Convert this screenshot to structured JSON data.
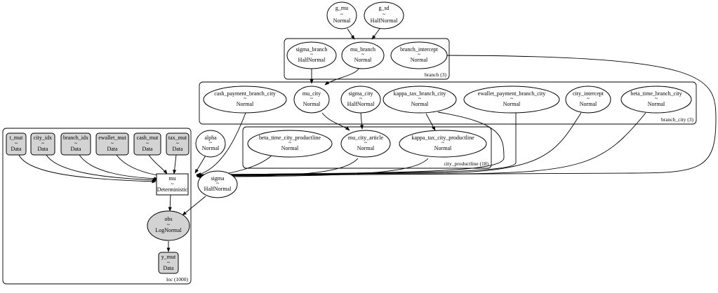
{
  "plates": {
    "branch": "branch (3)",
    "branch_city": "branch_city (3)",
    "city_productline": "city_productline (18)",
    "loc": "loc (1000)"
  },
  "nodes": {
    "g_mu": {
      "name": "g_mu",
      "tilde": "~",
      "dist": "Normal"
    },
    "g_sd": {
      "name": "g_sd",
      "tilde": "~",
      "dist": "HalfNormal"
    },
    "sigma_branch": {
      "name": "sigma_branch",
      "tilde": "~",
      "dist": "HalfNormal"
    },
    "mu_branch": {
      "name": "mu_branch",
      "tilde": "~",
      "dist": "Normal"
    },
    "branch_intercept": {
      "name": "branch_intercept",
      "tilde": "~",
      "dist": "Normal"
    },
    "cash_payment_branch_city": {
      "name": "cash_payment_branch_city",
      "tilde": "~",
      "dist": "Normal"
    },
    "mu_city": {
      "name": "mu_city",
      "tilde": "~",
      "dist": "Normal"
    },
    "sigma_city": {
      "name": "sigma_city",
      "tilde": "~",
      "dist": "HalfNormal"
    },
    "kappa_tax_branch_city": {
      "name": "kappa_tax_branch_city",
      "tilde": "~",
      "dist": "Normal"
    },
    "ewallet_payment_branch_city": {
      "name": "ewallet_payment_branch_city",
      "tilde": "~",
      "dist": "Normal"
    },
    "city_intercept": {
      "name": "city_intercept",
      "tilde": "~",
      "dist": "Normal"
    },
    "beta_time_branch_city": {
      "name": "beta_time_branch_city",
      "tilde": "~",
      "dist": "Normal"
    },
    "beta_time_city_productline": {
      "name": "beta_time_city_productline",
      "tilde": "~",
      "dist": "Normal"
    },
    "mu_city_article": {
      "name": "mu_city_article",
      "tilde": "~",
      "dist": "Normal"
    },
    "kappa_tax_city_productline": {
      "name": "kappa_tax_city_productline",
      "tilde": "~",
      "dist": "Normal"
    },
    "alpha": {
      "name": "alpha",
      "tilde": "~",
      "dist": "Normal"
    },
    "t_mut": {
      "name": "t_mut",
      "tilde": "~",
      "dist": "Data"
    },
    "city_idx": {
      "name": "city_idx",
      "tilde": "~",
      "dist": "Data"
    },
    "branch_idx": {
      "name": "branch_idx",
      "tilde": "~",
      "dist": "Data"
    },
    "ewallet_mut": {
      "name": "ewallet_mut",
      "tilde": "~",
      "dist": "Data"
    },
    "cash_mut": {
      "name": "cash_mut",
      "tilde": "~",
      "dist": "Data"
    },
    "tax_mut": {
      "name": "tax_mut",
      "tilde": "~",
      "dist": "Data"
    },
    "mu": {
      "name": "mu",
      "tilde": "~",
      "dist": "Deterministic"
    },
    "sigma": {
      "name": "sigma",
      "tilde": "~",
      "dist": "HalfNormal"
    },
    "obs": {
      "name": "obs",
      "tilde": "~",
      "dist": "LogNormal"
    },
    "y_mut": {
      "name": "y_mut",
      "tilde": "~",
      "dist": "Data"
    }
  },
  "colors": {
    "observed_fill": "#d3d3d3",
    "stroke": "#000000",
    "background": "#ffffff"
  }
}
